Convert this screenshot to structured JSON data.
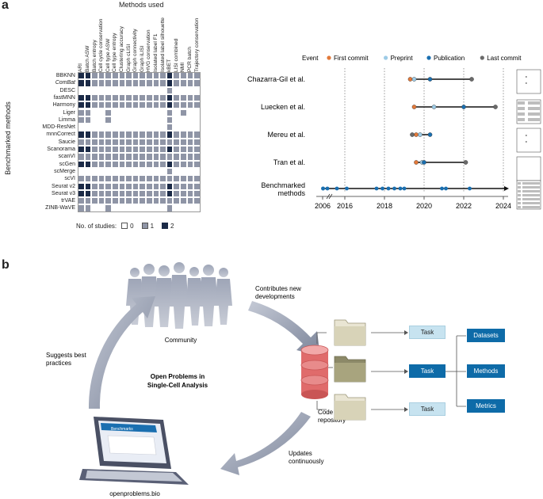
{
  "panel_a": {
    "label": "a",
    "heatmap": {
      "title": "Methods used",
      "ylabel": "Benchmarked methods",
      "columns": [
        "ARI",
        "Batch ASW",
        "Batch entropy",
        "Cell cycle conservation",
        "Cell type ASW",
        "Cell type entropy",
        "Clustering accuracy",
        "Graph cLISI",
        "Graph connectivity",
        "Graph iLISI",
        "HVG conservation",
        "Isolated label F1",
        "Isolated label silhouette",
        "kBET",
        "LISI combined",
        "NMI",
        "PCR batch",
        "Trajectory conservation"
      ],
      "rows": [
        "BBKNN",
        "ComBat",
        "DESC",
        "fastMNN",
        "Harmony",
        "Liger",
        "Limma",
        "MDD-ResNet",
        "mnnCorrect",
        "Saucie",
        "Scanorama",
        "scanVI",
        "scGen",
        "scMerge",
        "scVI",
        "Seurat v2",
        "Seurat v3",
        "trVAE",
        "ZINB-WaVE"
      ],
      "values": [
        [
          2,
          2,
          1,
          1,
          1,
          1,
          1,
          1,
          1,
          1,
          1,
          1,
          1,
          2,
          1,
          1,
          1,
          1
        ],
        [
          2,
          2,
          1,
          1,
          1,
          1,
          1,
          1,
          1,
          1,
          1,
          1,
          1,
          2,
          1,
          1,
          1,
          1
        ],
        [
          0,
          0,
          0,
          0,
          0,
          0,
          0,
          0,
          0,
          0,
          0,
          0,
          0,
          1,
          0,
          0,
          0,
          0
        ],
        [
          2,
          2,
          1,
          1,
          1,
          1,
          1,
          1,
          1,
          1,
          1,
          1,
          1,
          2,
          1,
          1,
          1,
          1
        ],
        [
          2,
          2,
          1,
          1,
          1,
          1,
          1,
          1,
          1,
          1,
          1,
          1,
          1,
          2,
          1,
          1,
          1,
          1
        ],
        [
          1,
          1,
          0,
          0,
          1,
          0,
          0,
          0,
          0,
          0,
          0,
          0,
          0,
          1,
          0,
          1,
          0,
          0
        ],
        [
          1,
          1,
          0,
          0,
          1,
          0,
          0,
          0,
          0,
          0,
          0,
          0,
          0,
          1,
          0,
          0,
          0,
          0
        ],
        [
          0,
          0,
          0,
          0,
          0,
          0,
          0,
          0,
          0,
          0,
          0,
          0,
          0,
          1,
          0,
          0,
          0,
          0
        ],
        [
          2,
          2,
          1,
          1,
          1,
          1,
          1,
          1,
          1,
          1,
          1,
          1,
          1,
          2,
          1,
          1,
          1,
          1
        ],
        [
          1,
          1,
          1,
          1,
          1,
          1,
          1,
          1,
          1,
          1,
          1,
          1,
          1,
          1,
          1,
          1,
          1,
          1
        ],
        [
          2,
          2,
          1,
          1,
          1,
          1,
          1,
          1,
          1,
          1,
          1,
          1,
          1,
          2,
          1,
          1,
          1,
          1
        ],
        [
          1,
          1,
          1,
          1,
          1,
          1,
          1,
          1,
          1,
          1,
          1,
          1,
          1,
          1,
          1,
          1,
          1,
          1
        ],
        [
          2,
          2,
          1,
          1,
          1,
          1,
          1,
          1,
          1,
          1,
          1,
          1,
          1,
          2,
          1,
          1,
          1,
          1
        ],
        [
          0,
          0,
          0,
          0,
          0,
          0,
          0,
          0,
          0,
          0,
          0,
          0,
          0,
          1,
          0,
          0,
          0,
          0
        ],
        [
          1,
          1,
          1,
          1,
          1,
          1,
          1,
          1,
          1,
          1,
          1,
          1,
          1,
          1,
          1,
          1,
          1,
          1
        ],
        [
          2,
          2,
          1,
          1,
          1,
          1,
          1,
          1,
          1,
          1,
          1,
          1,
          1,
          2,
          1,
          1,
          1,
          1
        ],
        [
          2,
          2,
          1,
          1,
          1,
          1,
          1,
          1,
          1,
          1,
          1,
          1,
          1,
          2,
          1,
          1,
          1,
          1
        ],
        [
          1,
          1,
          1,
          1,
          1,
          1,
          1,
          1,
          1,
          1,
          1,
          1,
          1,
          1,
          1,
          1,
          1,
          1
        ],
        [
          1,
          1,
          0,
          0,
          1,
          0,
          0,
          0,
          0,
          0,
          0,
          0,
          0,
          1,
          0,
          0,
          0,
          0
        ]
      ],
      "legend_label": "No. of studies:",
      "legend": [
        {
          "label": "0",
          "color": "#ffffff"
        },
        {
          "label": "1",
          "color": "#8f95a6"
        },
        {
          "label": "2",
          "color": "#1b2a47"
        }
      ]
    },
    "timeline": {
      "legend_title": "Event",
      "events": [
        {
          "label": "First commit",
          "color": "#e2793a"
        },
        {
          "label": "Preprint",
          "color": "#9dcbe6"
        },
        {
          "label": "Publication",
          "color": "#1a6fb0"
        },
        {
          "label": "Last commit",
          "color": "#6a6a6a"
        }
      ],
      "rows": [
        {
          "label": "Chazarra-Gil et al.",
          "first_commit": 2019.3,
          "preprint": 2019.5,
          "publication": 2020.3,
          "last_commit": 2022.4
        },
        {
          "label": "Luecken et al.",
          "first_commit": 2019.5,
          "preprint": 2020.5,
          "publication": 2022.0,
          "last_commit": 2023.6
        },
        {
          "label": "Mereu et al.",
          "first_commit": 2019.6,
          "preprint": 2019.8,
          "publication": 2020.3,
          "last_commit": 2019.4
        },
        {
          "label": "Tran et al.",
          "first_commit": 2019.6,
          "preprint": 2019.9,
          "publication": 2020.0,
          "last_commit": 2022.1
        },
        {
          "label": "Benchmarked methods",
          "points": [
            2006.1,
            2007.0,
            2014.9,
            2015.6,
            2016.1,
            2017.6,
            2017.9,
            2018.2,
            2018.5,
            2018.8,
            2019.0,
            2020.9,
            2021.1,
            2022.3
          ],
          "span": [
            2006.0,
            2024.2
          ]
        }
      ],
      "x_ticks": [
        "2006",
        "2016",
        "2018",
        "2020",
        "2022",
        "2024"
      ]
    }
  },
  "panel_b": {
    "label": "b",
    "center_text": "Open Problems in\nSingle-Cell Analysis",
    "community": "Community",
    "contributes": "Contributes new\ndevelopments",
    "suggests": "Suggests best\npractices",
    "updates": "Updates\ncontinuously",
    "site": "openproblems.bio",
    "laptop_header": "Benchmarks",
    "repo": "Code\nrepository",
    "tasks": [
      "Task",
      "Task",
      "Task"
    ],
    "outputs": [
      "Datasets",
      "Methods",
      "Metrics"
    ]
  }
}
